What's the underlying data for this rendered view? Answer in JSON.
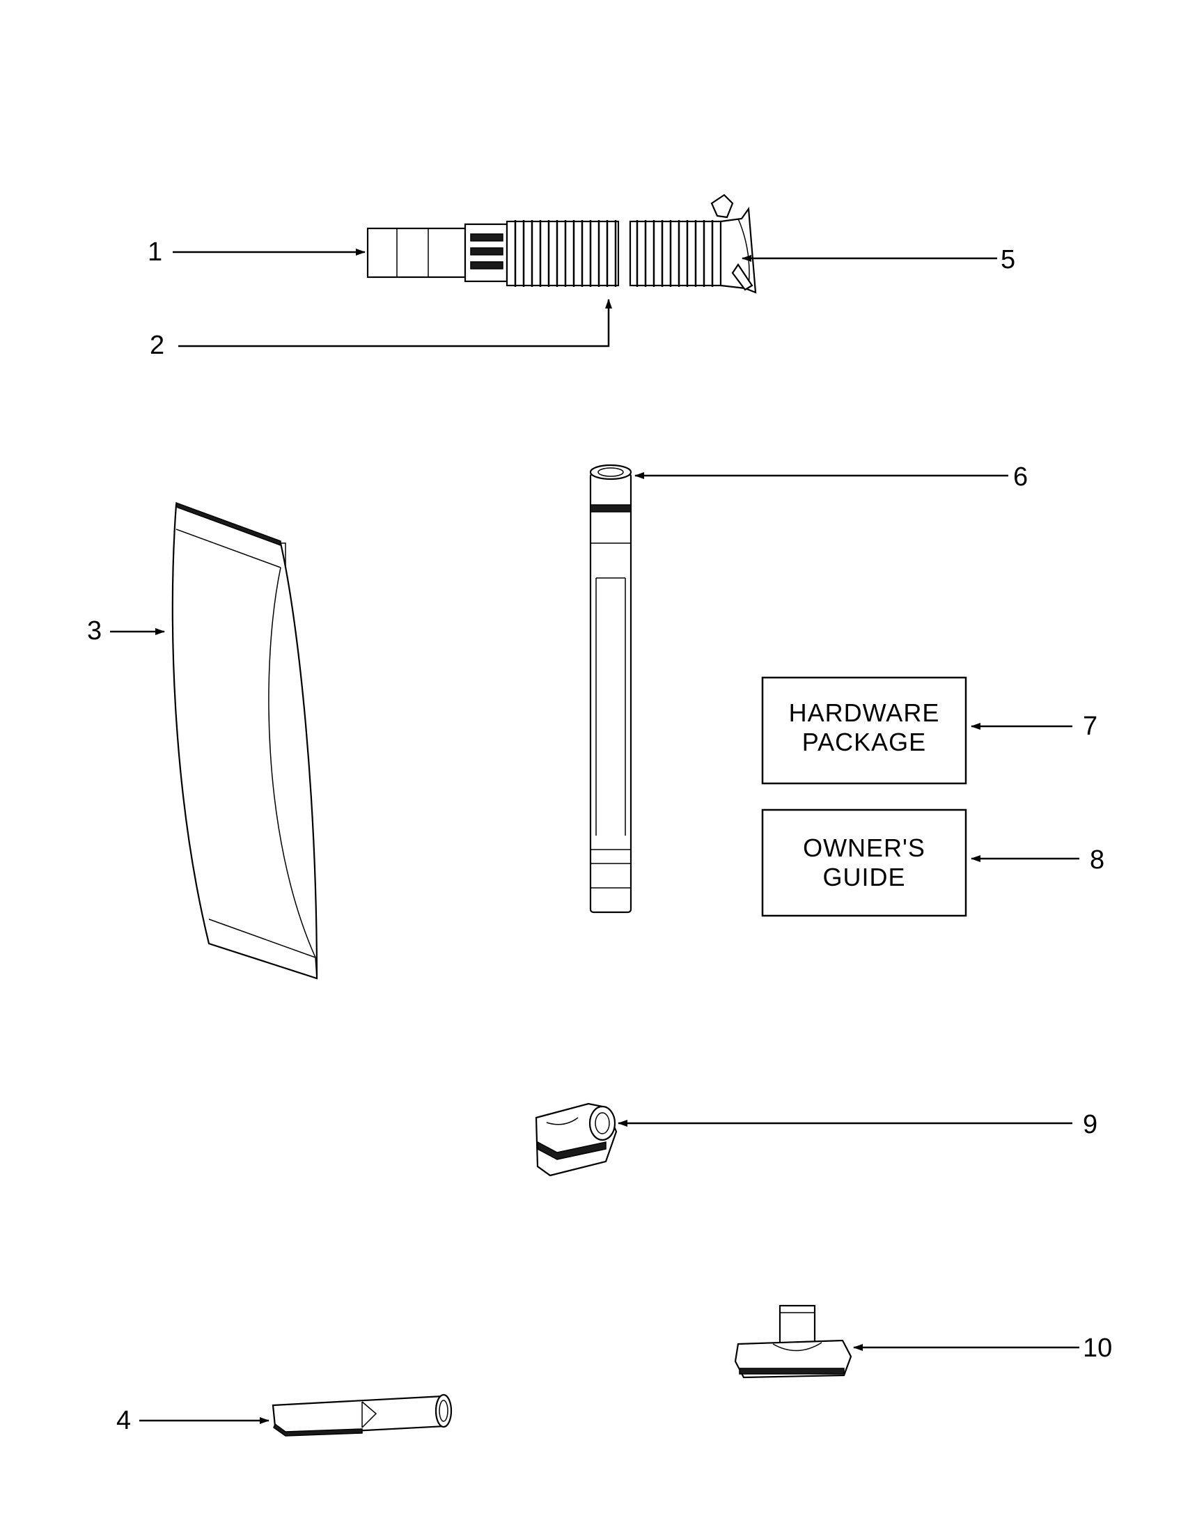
{
  "callouts": [
    {
      "id": "1",
      "label": "1"
    },
    {
      "id": "2",
      "label": "2"
    },
    {
      "id": "3",
      "label": "3"
    },
    {
      "id": "4",
      "label": "4"
    },
    {
      "id": "5",
      "label": "5"
    },
    {
      "id": "6",
      "label": "6"
    },
    {
      "id": "7",
      "label": "7"
    },
    {
      "id": "8",
      "label": "8"
    },
    {
      "id": "9",
      "label": "9"
    },
    {
      "id": "10",
      "label": "10"
    }
  ],
  "boxes": {
    "hardware": {
      "line1": "HARDWARE",
      "line2": "PACKAGE"
    },
    "guide": {
      "line1": "OWNER'S",
      "line2": "GUIDE"
    }
  }
}
